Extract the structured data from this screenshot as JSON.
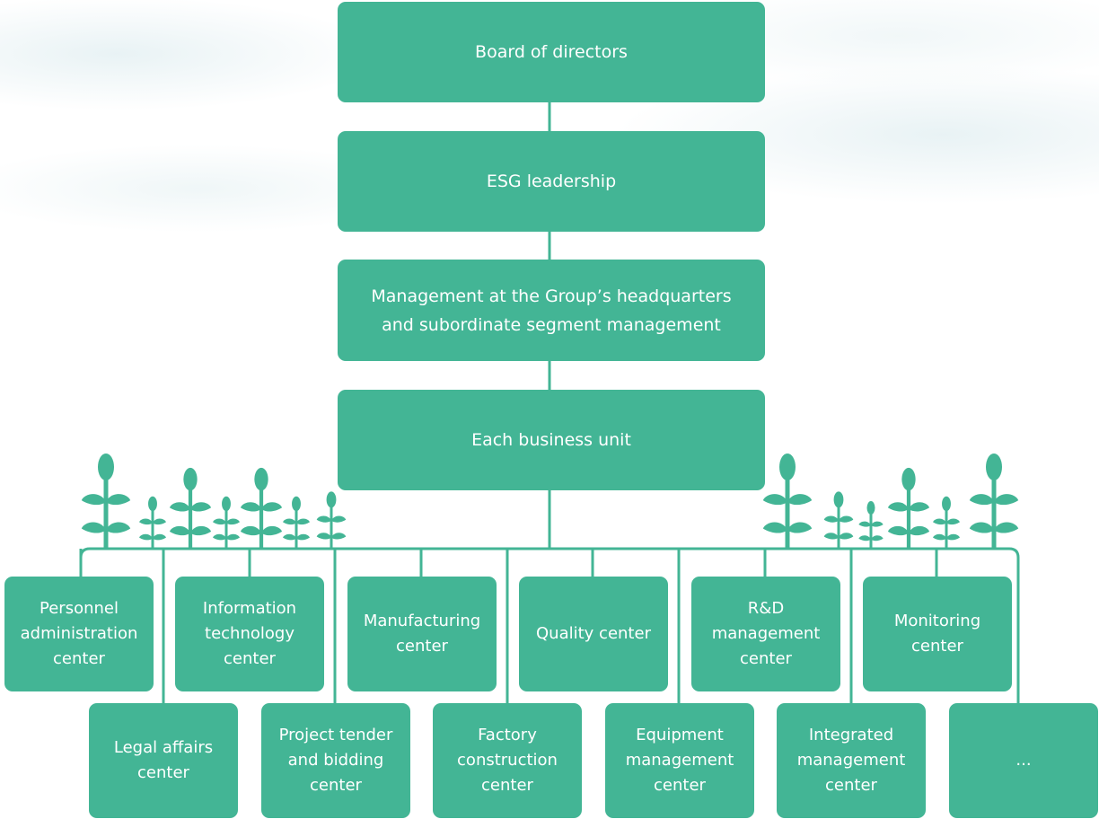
{
  "colors": {
    "box_fill": "#43b595",
    "line": "#43b595",
    "text": "#ffffff"
  },
  "hierarchy": [
    {
      "label": "Board of directors"
    },
    {
      "label": "ESG leadership"
    },
    {
      "label": "Management at the Group’s headquarters\nand subordinate segment management"
    },
    {
      "label": "Each business unit"
    }
  ],
  "centers_row1": [
    {
      "label": "Personnel\nadministration\ncenter"
    },
    {
      "label": "Information\ntechnology\ncenter"
    },
    {
      "label": "Manufacturing\ncenter"
    },
    {
      "label": "Quality center"
    },
    {
      "label": "R&D\nmanagement\ncenter"
    },
    {
      "label": "Monitoring\ncenter"
    }
  ],
  "centers_row2": [
    {
      "label": "Legal affairs\ncenter"
    },
    {
      "label": "Project tender\nand bidding\ncenter"
    },
    {
      "label": "Factory\nconstruction\ncenter"
    },
    {
      "label": "Equipment\nmanagement\ncenter"
    },
    {
      "label": "Integrated\nmanagement\ncenter"
    },
    {
      "label": "..."
    }
  ],
  "decoration": {
    "plant_icon": "sprout-icon"
  }
}
